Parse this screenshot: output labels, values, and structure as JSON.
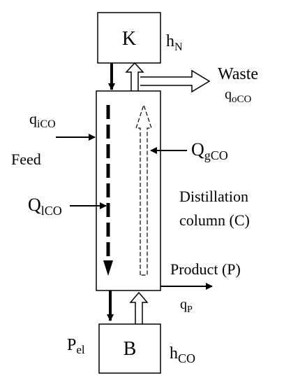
{
  "labels": {
    "condenser": "K",
    "boiler": "B",
    "h_N_main": "h",
    "h_N_sub": "N",
    "waste": "Waste",
    "q_oCO_main": "q",
    "q_oCO_sub": "oCO",
    "q_iCO_main": "q",
    "q_iCO_sub": "iCO",
    "feed": "Feed",
    "Q_gCO_main": "Q",
    "Q_gCO_sub": "gCO",
    "Q_lCO_main": "Q",
    "Q_lCO_sub": "lCO",
    "column_line1": "Distillation",
    "column_line2": "column (C)",
    "product": "Product (P)",
    "q_P_main": "q",
    "q_P_sub": "P",
    "P_el_main": "P",
    "P_el_sub": "el",
    "h_CO_main": "h",
    "h_CO_sub": "CO"
  },
  "colors": {
    "stroke": "#000000",
    "background": "#ffffff"
  }
}
